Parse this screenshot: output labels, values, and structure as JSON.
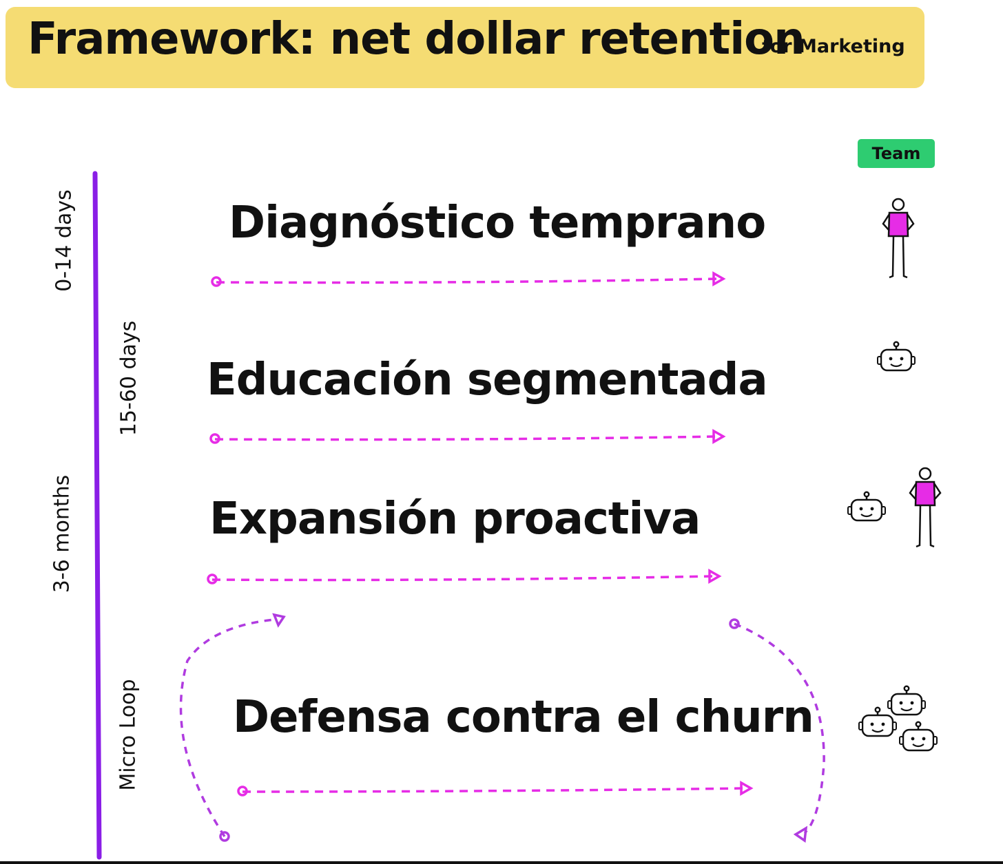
{
  "title": {
    "main": "Framework: net dollar retention",
    "sub": "for Marketing"
  },
  "team_label": "Team",
  "timeline": {
    "labels": [
      "0-14 days",
      "15-60 days",
      "3-6 months",
      "Micro Loop"
    ]
  },
  "steps": [
    {
      "label": "Diagnóstico temprano",
      "team": [
        "person-icon"
      ]
    },
    {
      "label": "Educación segmentada",
      "team": [
        "robot-icon"
      ]
    },
    {
      "label": "Expansión proactiva",
      "team": [
        "robot-icon",
        "person-icon"
      ]
    },
    {
      "label": "Defensa contra el churn",
      "team": [
        "robot-icon",
        "robot-icon",
        "robot-icon"
      ]
    }
  ],
  "colors": {
    "banner": "#f5dc73",
    "team_badge": "#2ecc71",
    "timeline_line": "#8a1ee6",
    "arrow": "#e62ce6",
    "loop_arrow": "#b03be0",
    "person_shirt": "#e62ce6"
  }
}
